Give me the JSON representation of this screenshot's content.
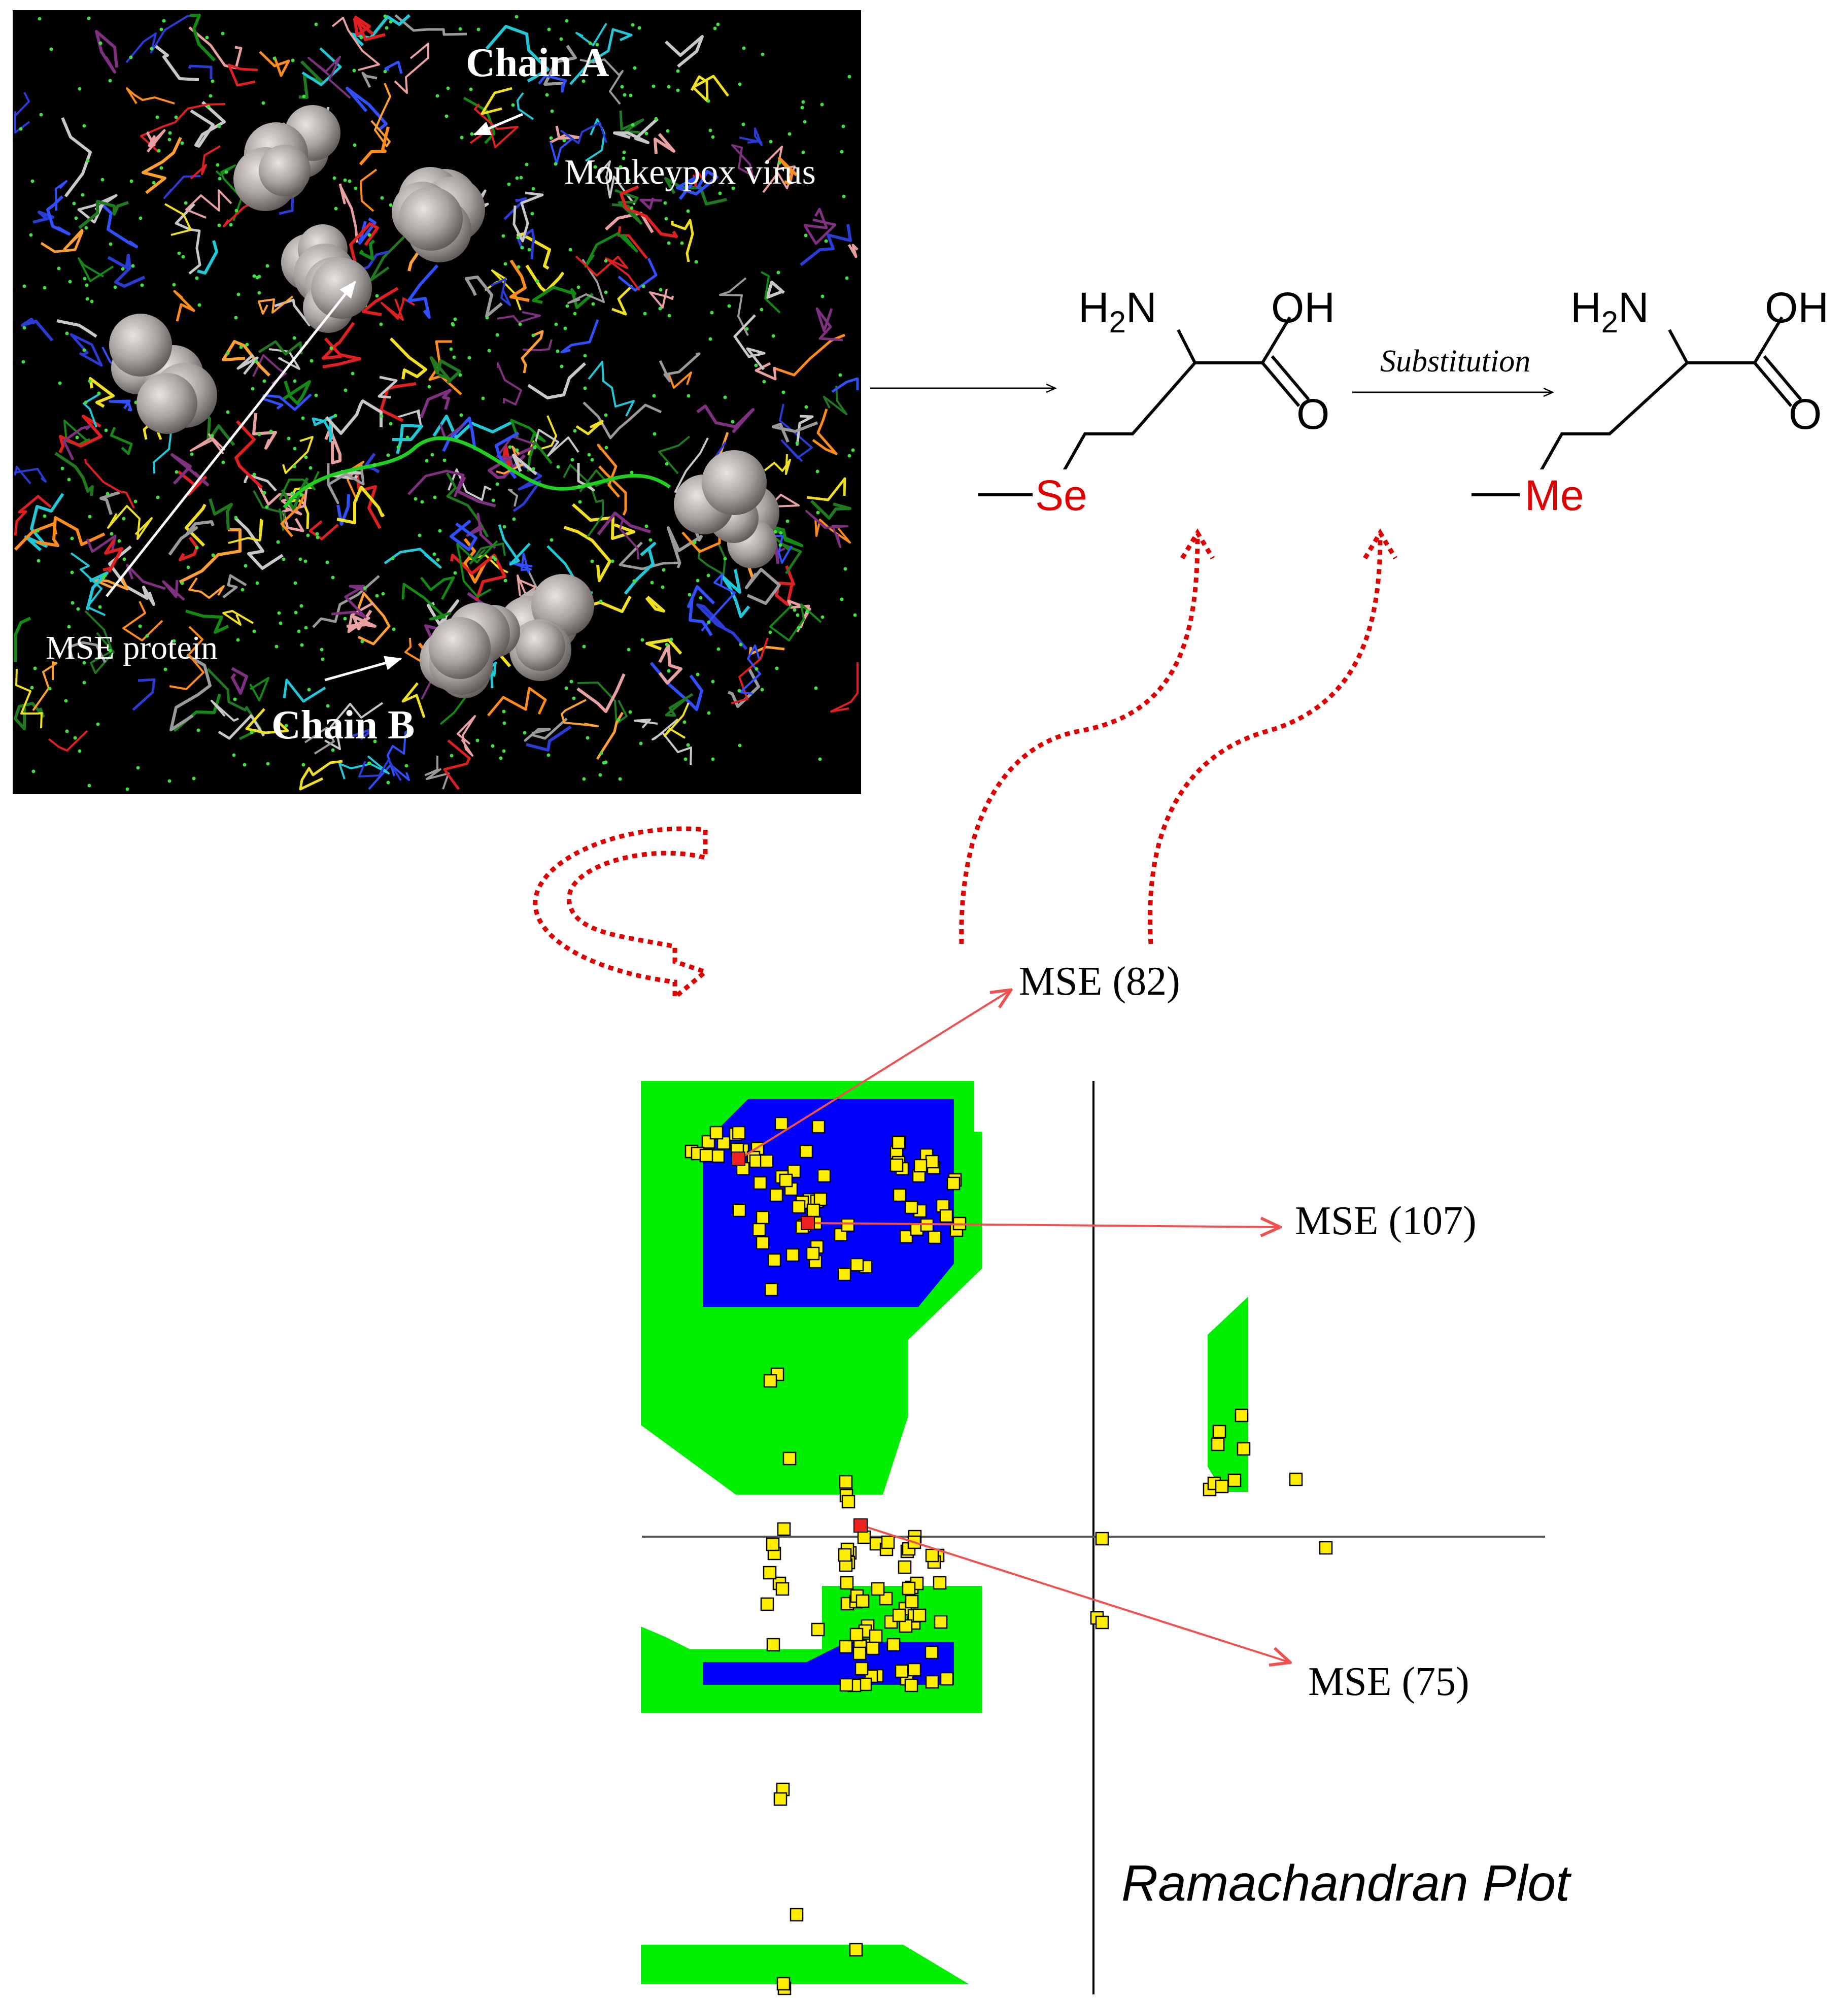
{
  "protein_panel": {
    "chain_a_label": "Chain A",
    "chain_b_label": "Chain B",
    "organism_label": "Monkeypox virus",
    "mse_label": "MSE protein",
    "background_color": "#000000"
  },
  "chemistry": {
    "left_structure": {
      "amine": "H",
      "amine_sub": "2",
      "amine_n": "N",
      "hydroxyl": "OH",
      "carbonyl_o": "O",
      "heteroatom": "Se"
    },
    "reaction_label": "Substitution",
    "right_structure": {
      "amine": "H",
      "amine_sub": "2",
      "amine_n": "N",
      "hydroxyl": "OH",
      "carbonyl_o": "O",
      "heteroatom": "Me"
    },
    "heteroatom_color": "#e00000"
  },
  "ramachandran": {
    "title": "Ramachandran Plot",
    "residue_labels": [
      "MSE (82)",
      "MSE (107)",
      "MSE (75)"
    ],
    "core_color": "#0000ff",
    "allowed_color": "#00ee00",
    "point_color": "#ffee00",
    "highlight_color": "#ee2222"
  },
  "colors": {
    "dotted_arrow": "#e00000",
    "label_arrow": "#f05050"
  }
}
